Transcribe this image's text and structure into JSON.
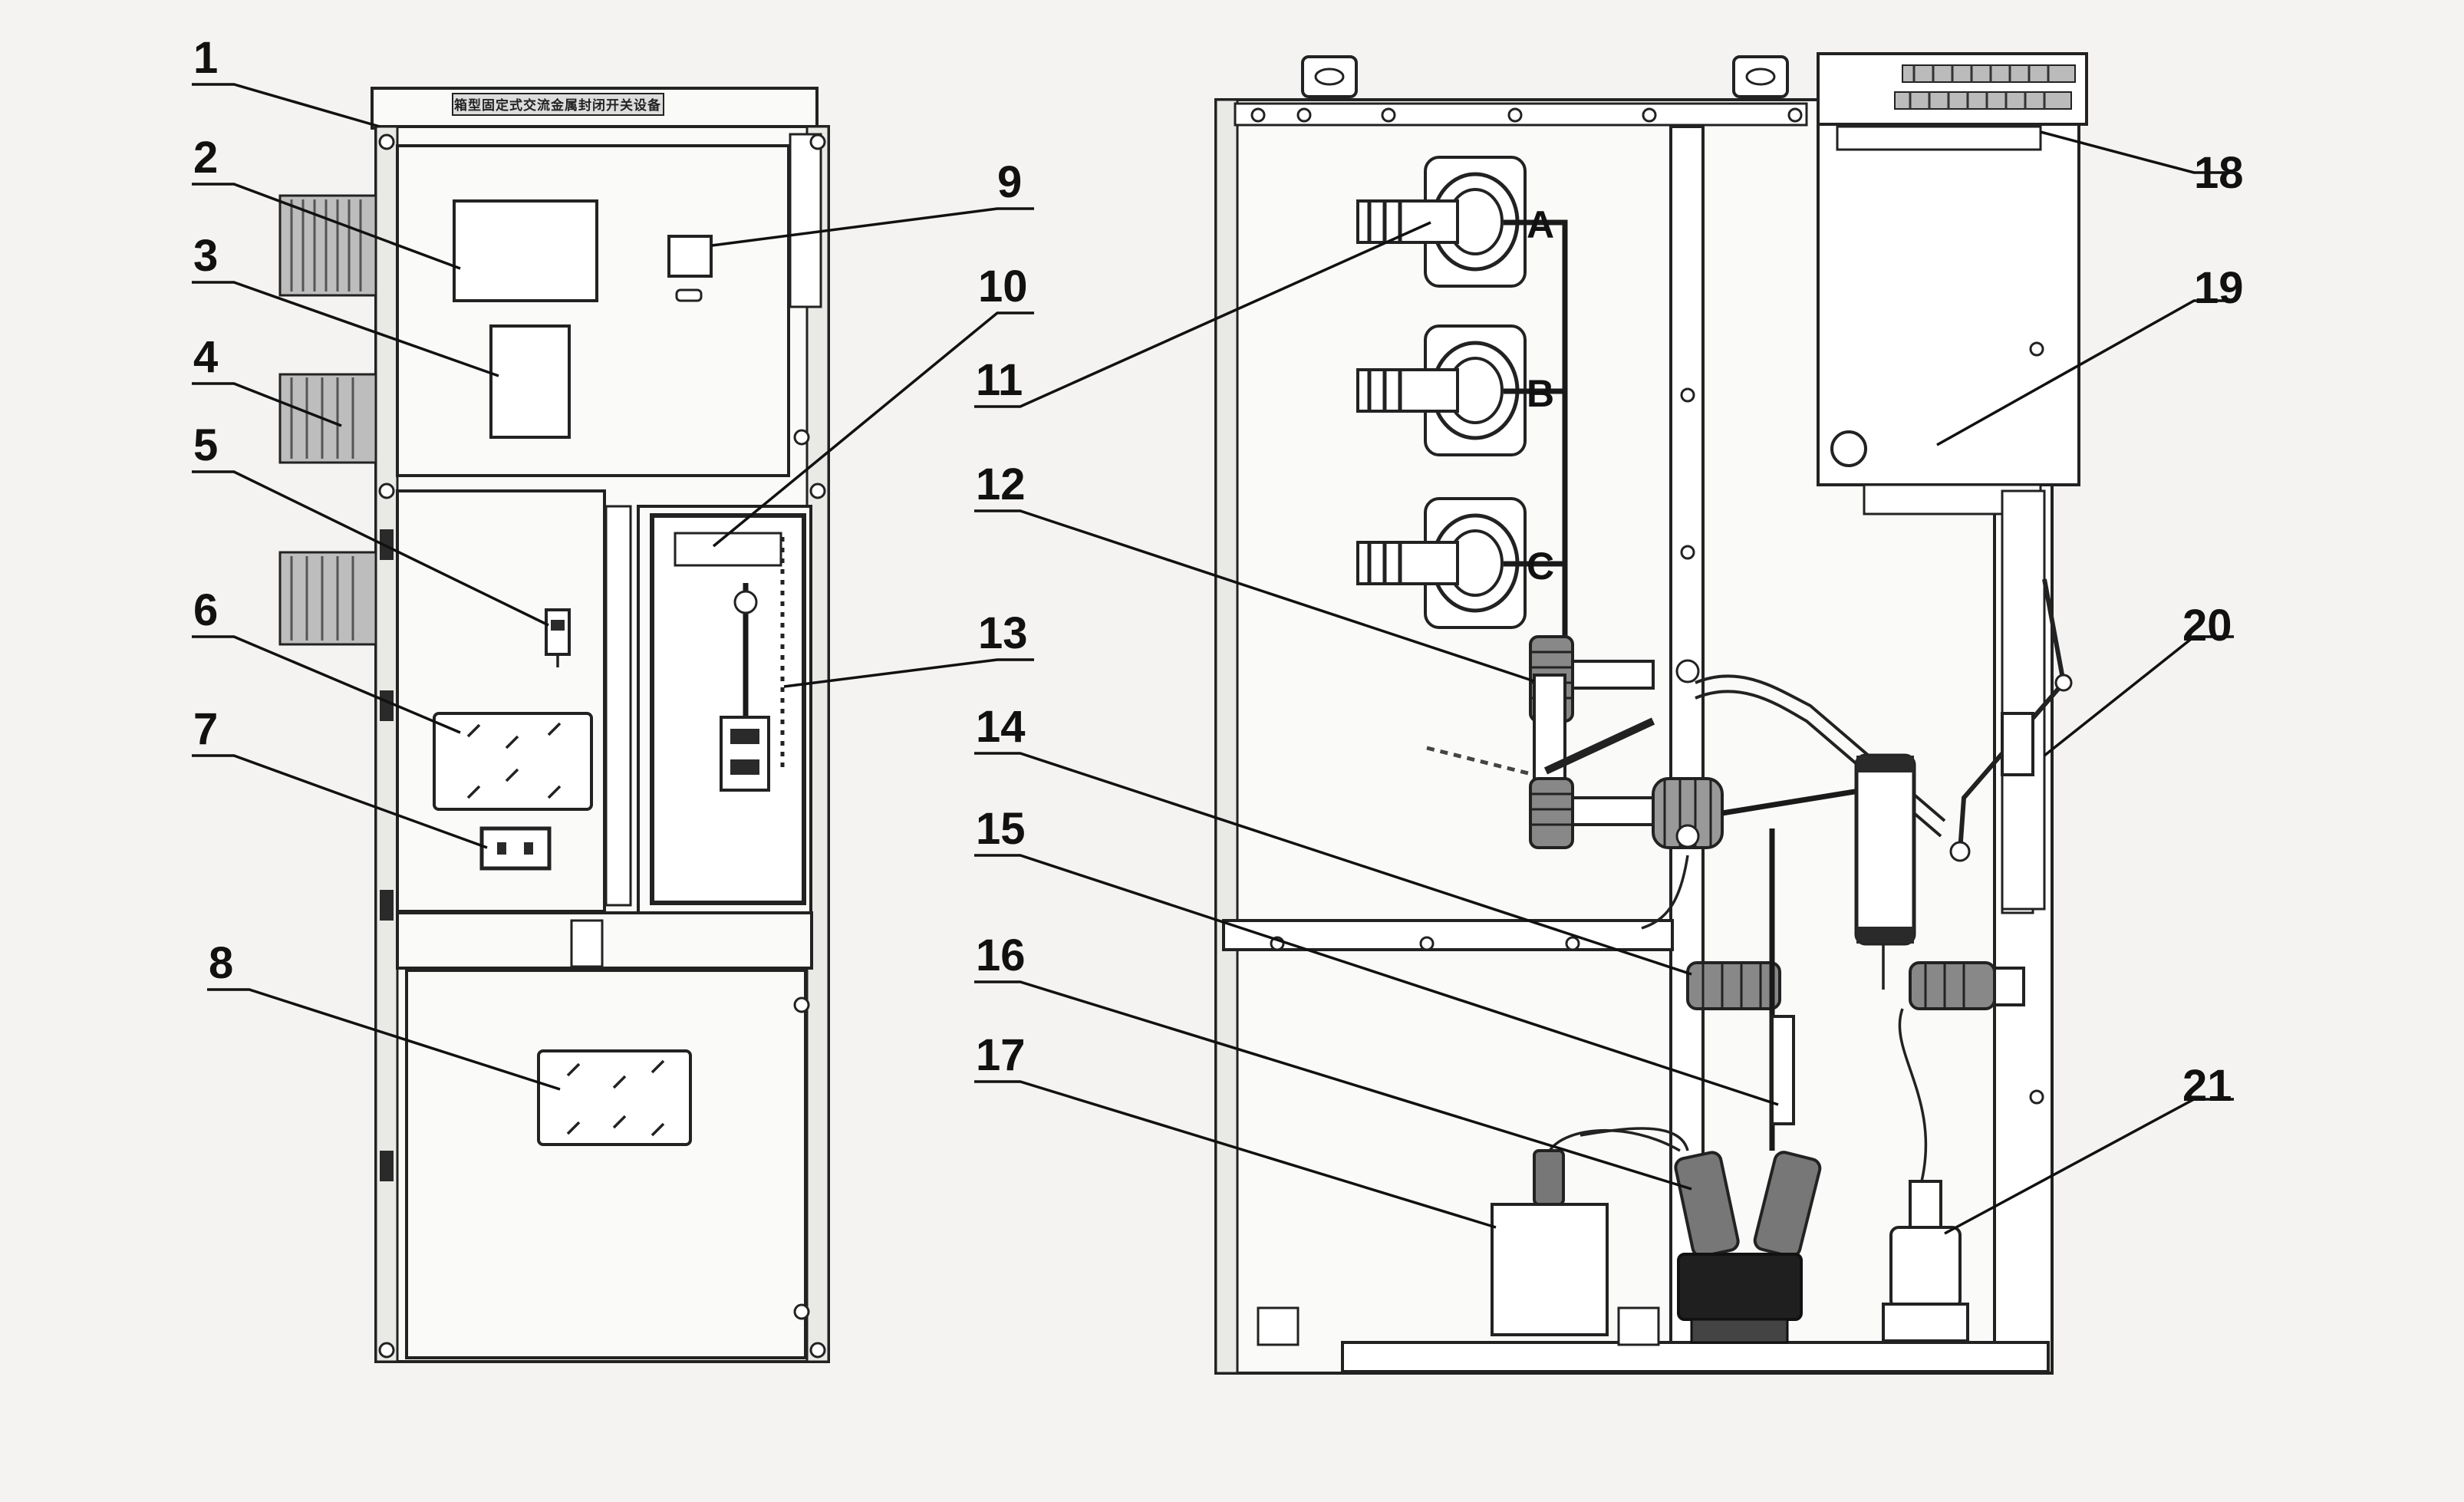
{
  "diagram": {
    "callouts": [
      "1",
      "2",
      "3",
      "4",
      "5",
      "6",
      "7",
      "8",
      "9",
      "10",
      "11",
      "12",
      "13",
      "14",
      "15",
      "16",
      "17",
      "18",
      "19",
      "20",
      "21"
    ],
    "phase_labels": [
      "A",
      "B",
      "C"
    ],
    "nameplate_text": "箱型固定式交流金属封闭开关设备"
  },
  "colors": {
    "background": "#f4f3f1",
    "line": "#222222",
    "panel": "#fafaf8"
  }
}
